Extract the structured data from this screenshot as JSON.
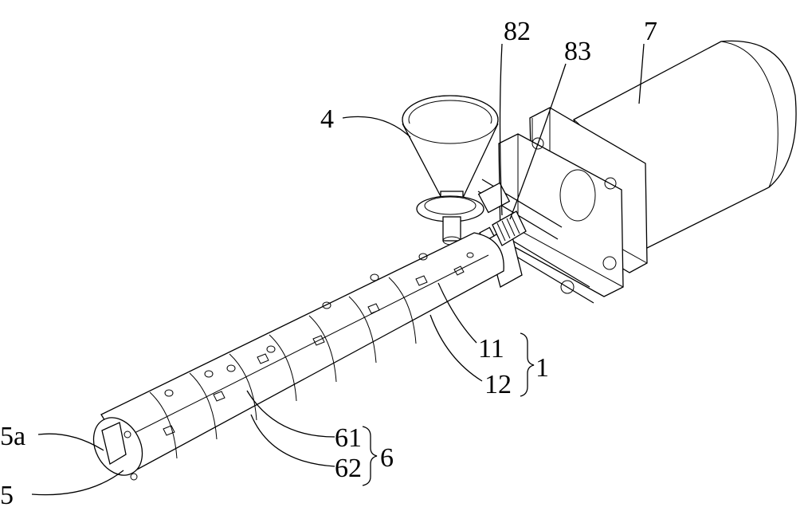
{
  "labels": {
    "l82": "82",
    "l83": "83",
    "l7": "7",
    "l4": "4",
    "l11": "11",
    "l12": "12",
    "l1": "1",
    "l5a": "5a",
    "l5": "5",
    "l61": "61",
    "l62": "62",
    "l6": "6"
  }
}
